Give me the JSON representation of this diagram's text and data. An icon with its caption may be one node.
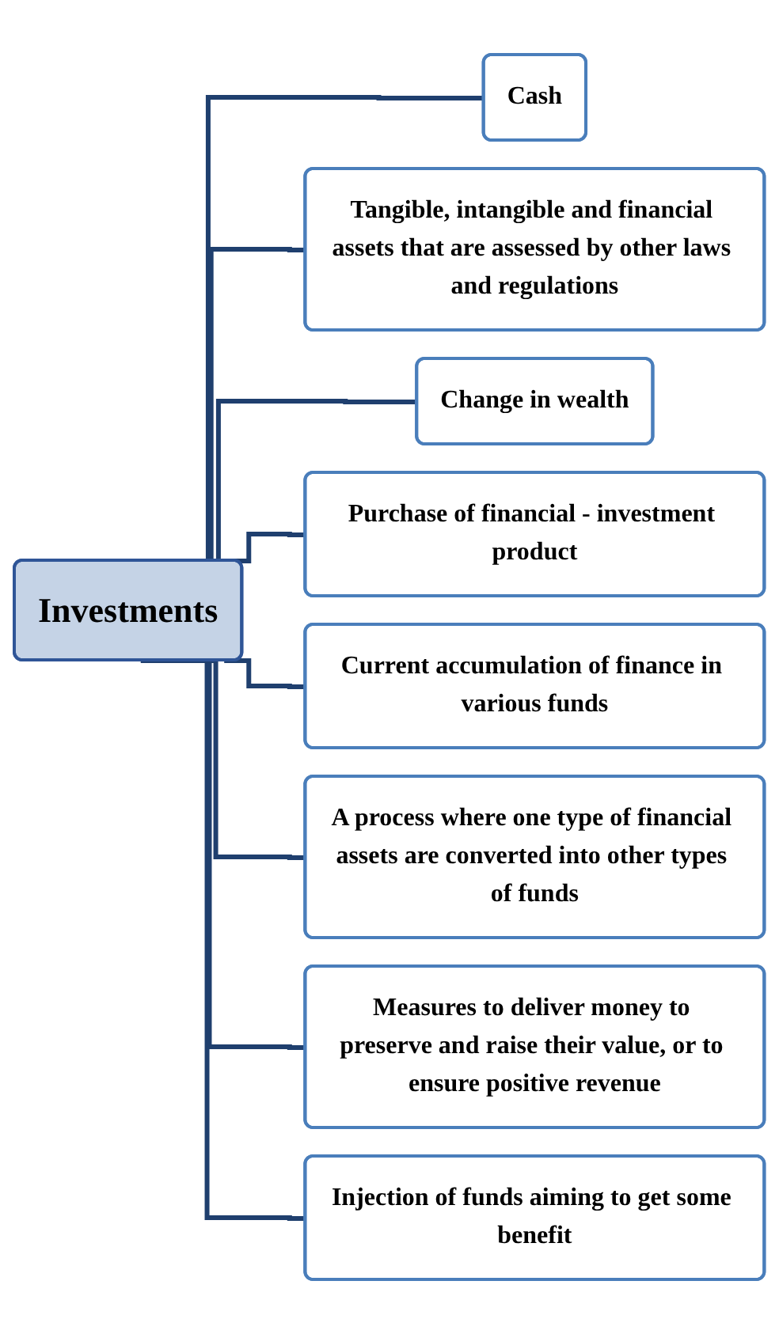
{
  "diagram": {
    "nodes": [
      {
        "text": [
          "Investments"
        ]
      },
      {
        "text": [
          "Cash"
        ]
      },
      {
        "text": [
          "Tangible, intangible and financial assets that are assessed by other laws and regulations"
        ]
      },
      {
        "text": [
          "Change in wealth"
        ]
      },
      {
        "text": [
          "Purchase of financial - investment product"
        ]
      },
      {
        "text": [
          "Current accumulation of finance in various funds"
        ]
      },
      {
        "text": [
          "A process where one type of financial assets are converted into other types of funds"
        ]
      },
      {
        "text": [
          "Measures to deliver money to preserve and raise their value, or to ensure positive revenue"
        ]
      },
      {
        "text": [
          "Injection of funds aiming to get some benefit"
        ]
      }
    ],
    "edges": [
      {
        "from": 0,
        "to": 1,
        "arrow": "none"
      },
      {
        "from": 0,
        "to": 2,
        "arrow": "none"
      },
      {
        "from": 0,
        "to": 3,
        "arrow": "none"
      },
      {
        "from": 0,
        "to": 4,
        "arrow": "none"
      },
      {
        "from": 0,
        "to": 5,
        "arrow": "none"
      },
      {
        "from": 0,
        "to": 6,
        "arrow": "none"
      },
      {
        "from": 0,
        "to": 7,
        "arrow": "none"
      },
      {
        "from": 0,
        "to": 8,
        "arrow": "none"
      }
    ]
  }
}
